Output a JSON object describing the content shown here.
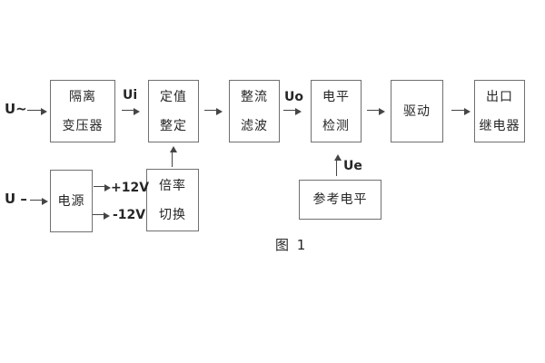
{
  "diagram": {
    "caption": "图 1",
    "inputs": [
      {
        "id": "ac-input",
        "label": "U~"
      },
      {
        "id": "dc-input",
        "label": "U –"
      }
    ],
    "blocks": [
      {
        "id": "isolation-transformer",
        "lines": [
          "隔离",
          "变压器"
        ]
      },
      {
        "id": "setpoint-adjust",
        "lines": [
          "定值",
          "整定"
        ]
      },
      {
        "id": "rectifier-filter",
        "lines": [
          "整流",
          "滤波"
        ]
      },
      {
        "id": "level-detector",
        "lines": [
          "电平",
          "检测"
        ]
      },
      {
        "id": "driver",
        "lines": [
          "驱动"
        ]
      },
      {
        "id": "output-relay",
        "lines": [
          "出口",
          "继电器"
        ]
      },
      {
        "id": "power-supply",
        "lines": [
          "电源"
        ]
      },
      {
        "id": "ratio-switch",
        "lines": [
          "倍率",
          "切换"
        ]
      },
      {
        "id": "reference-level",
        "lines": [
          "参考电平"
        ]
      }
    ],
    "signals": {
      "ui": "Ui",
      "uo": "Uo",
      "ue": "Ue",
      "rail_pos": "+12V",
      "rail_neg": "-12V"
    },
    "colors": {
      "line": "#454545",
      "border": "#707070",
      "text": "#262626",
      "background": "#ffffff"
    }
  }
}
